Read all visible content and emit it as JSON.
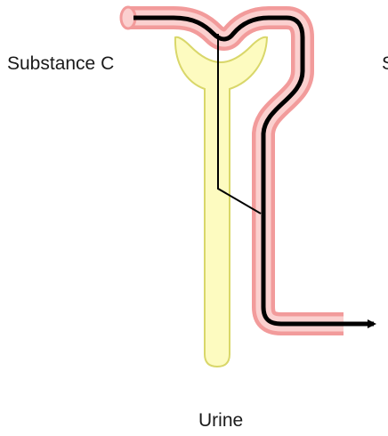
{
  "labels": {
    "substance_c": "Substance C",
    "partial_right": "S",
    "urine": "Urine"
  },
  "colors": {
    "tubule_outer": "#f29b9b",
    "tubule_inner": "#fbd0cf",
    "duct_fill": "#fdfbc0",
    "duct_stroke": "#d9d76a",
    "path_line": "#000000",
    "text": "#1a1a1a"
  }
}
